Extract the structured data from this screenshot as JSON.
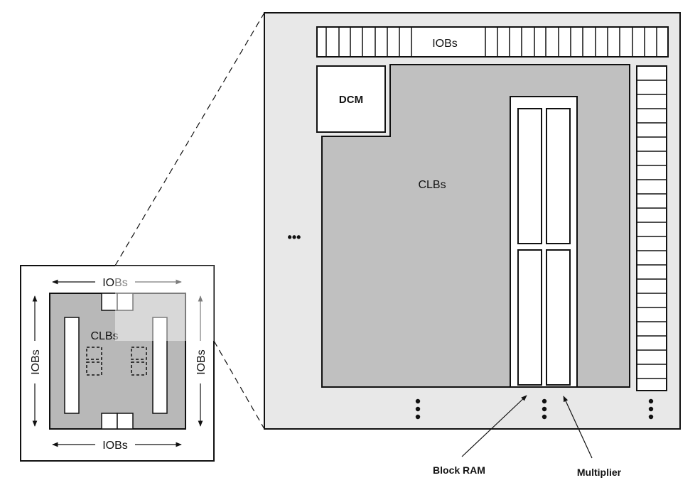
{
  "overview": {
    "iobs_top": "IOBs",
    "iobs_bottom": "IOBs",
    "iobs_left": "IOBs",
    "iobs_right": "IOBs",
    "clbs": "CLBs"
  },
  "detail": {
    "iobs_top": "IOBs",
    "dcm": "DCM",
    "clbs": "CLBs",
    "ellipsis_horizontal": "•••"
  },
  "callouts": {
    "block_ram": "Block RAM",
    "multiplier": "Multiplier"
  },
  "colors": {
    "outer_fill": "#e8e8e8",
    "clb_fill": "#c0c0c0",
    "stroke": "#111111"
  }
}
